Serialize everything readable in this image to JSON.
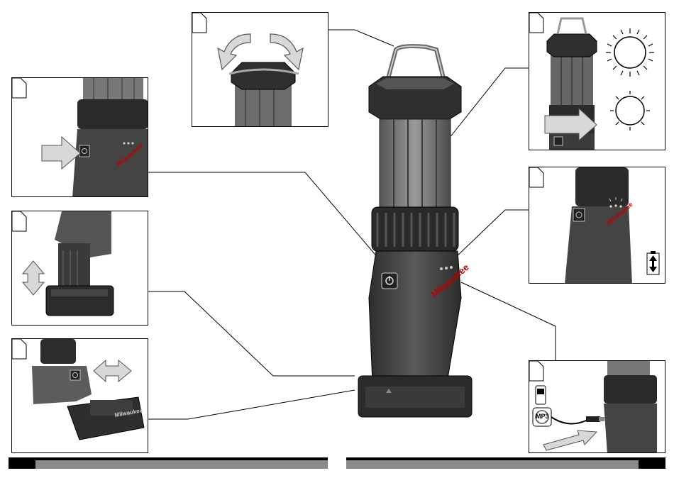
{
  "figure": {
    "brand_logo_text": "Milwaukee",
    "audio_device_label": "MP3",
    "colors": {
      "housing_dark": "#3a3a3a",
      "housing_mid": "#555555",
      "arrow_fill": "#d8d8d8",
      "frame": "#000000",
      "accent_grey": "#8a8a8a"
    },
    "panels": [
      {
        "id": "rotate-head",
        "icon": "rotating-arrows-icon"
      },
      {
        "id": "brightness-switch",
        "icon": "brightness-sun-icon"
      },
      {
        "id": "power-button",
        "icon": "press-arrow-icon"
      },
      {
        "id": "charge-indicator",
        "icon": "battery-level-icon"
      },
      {
        "id": "battery-attach",
        "icon": "up-down-arrow-icon"
      },
      {
        "id": "battery-slide",
        "icon": "left-right-arrow-icon"
      },
      {
        "id": "usb-charging",
        "icon": "usb-plug-icon"
      }
    ]
  }
}
